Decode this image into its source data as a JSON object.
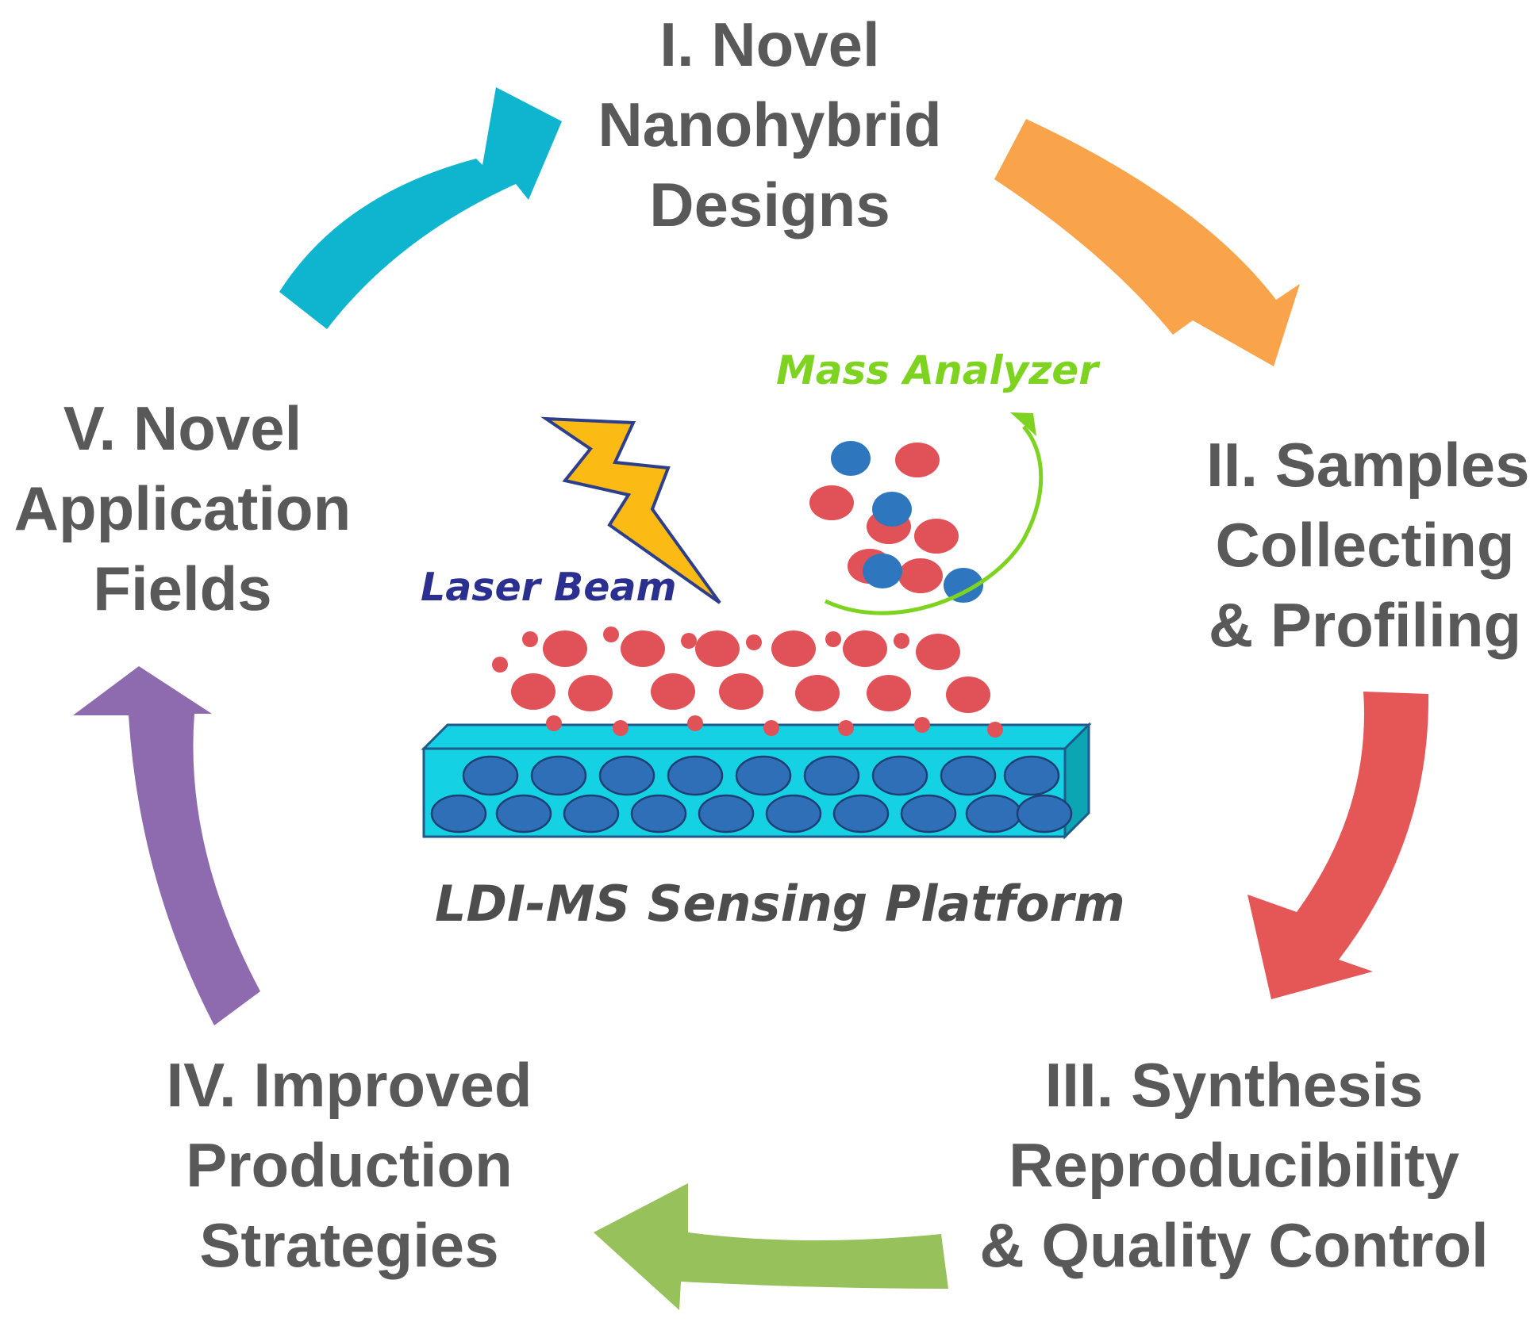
{
  "cycle": {
    "steps": [
      {
        "number": "I.",
        "lines": [
          "Novel",
          "Nanohybrid",
          "Designs"
        ]
      },
      {
        "number": "II.",
        "lines": [
          "Samples",
          "Collecting",
          "& Profiling"
        ]
      },
      {
        "number": "III.",
        "lines": [
          "Synthesis",
          "Reproducibility",
          "& Quality Control"
        ]
      },
      {
        "number": "IV.",
        "lines": [
          "Improved",
          "Production",
          "Strategies"
        ]
      },
      {
        "number": "V.",
        "lines": [
          "Novel",
          "Application",
          "Fields"
        ]
      }
    ],
    "arrow_colors": {
      "v_to_i": "#0fb5cf",
      "i_to_ii": "#f9a44a",
      "ii_to_iii": "#e55757",
      "iii_to_iv": "#97c15b",
      "iv_to_v": "#8e6bae"
    }
  },
  "platform": {
    "laser_label": "Laser Beam",
    "mass_label": "Mass Analyzer",
    "caption": "LDI-MS Sensing Platform",
    "colors": {
      "laser_text": "#2b2f8f",
      "mass_text": "#7ed321",
      "caption_text": "#4d4d4d",
      "bolt_fill": "#fbbb14",
      "bolt_stroke": "#2d3f8c",
      "analyte": "#e05258",
      "ion_blue": "#2e76be",
      "substrate_face": "#14d2e3",
      "substrate_dark": "#0ca5b4",
      "pore": "#2e6fb8",
      "mass_arrow": "#7ed321"
    }
  }
}
